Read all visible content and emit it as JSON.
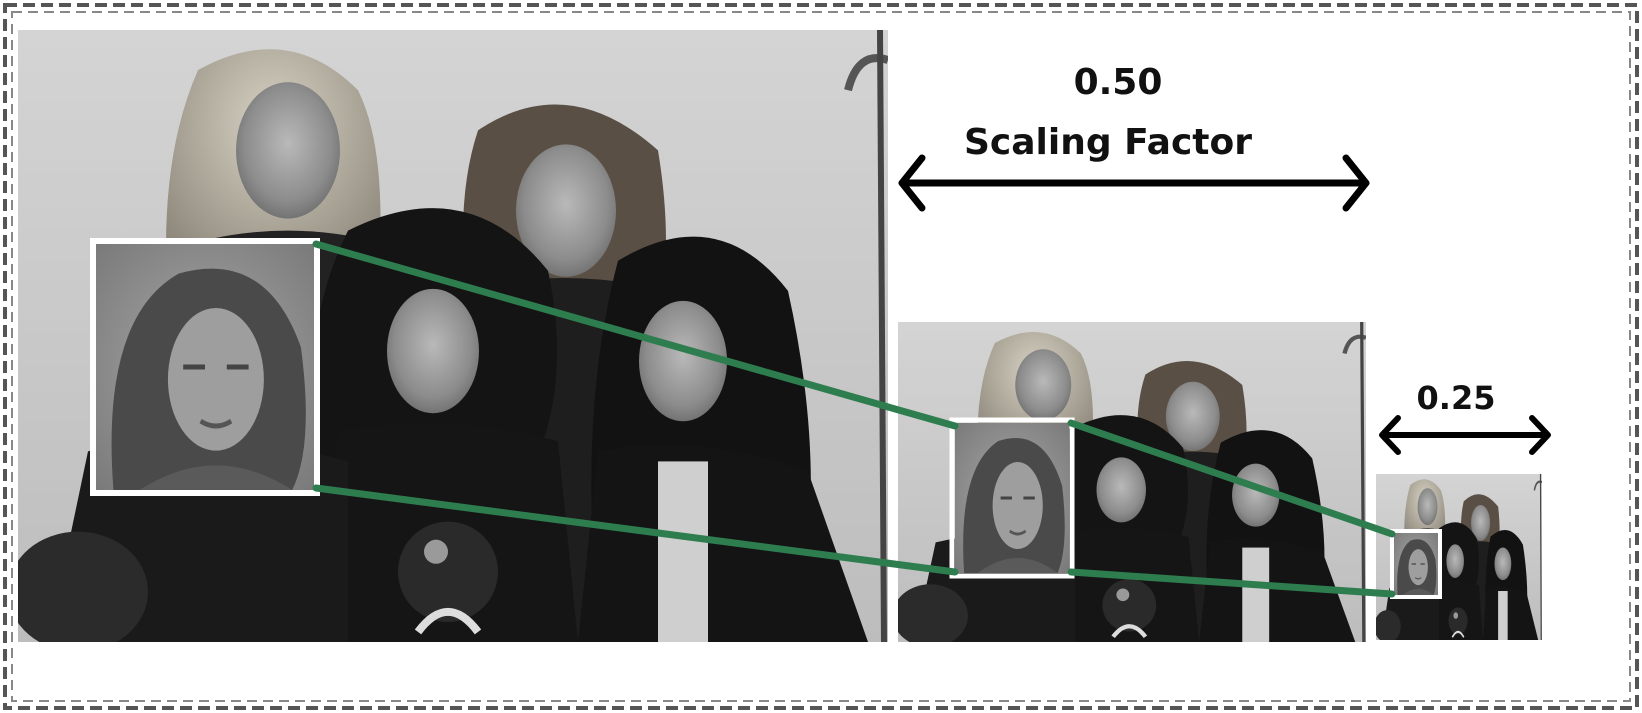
{
  "labels": {
    "scale_half": "0.50",
    "scaling_factor": "Scaling Factor",
    "scale_quarter": "0.25"
  },
  "colors": {
    "connector": "#2e7d4f",
    "arrow": "#000000",
    "frame": "#555555",
    "face_box": "#ffffff"
  },
  "images": [
    {
      "name": "photo-full-scale",
      "description_icon": "band-photo-icon"
    },
    {
      "name": "photo-half-scale",
      "description_icon": "band-photo-icon"
    },
    {
      "name": "photo-quarter-scale",
      "description_icon": "band-photo-icon"
    }
  ]
}
